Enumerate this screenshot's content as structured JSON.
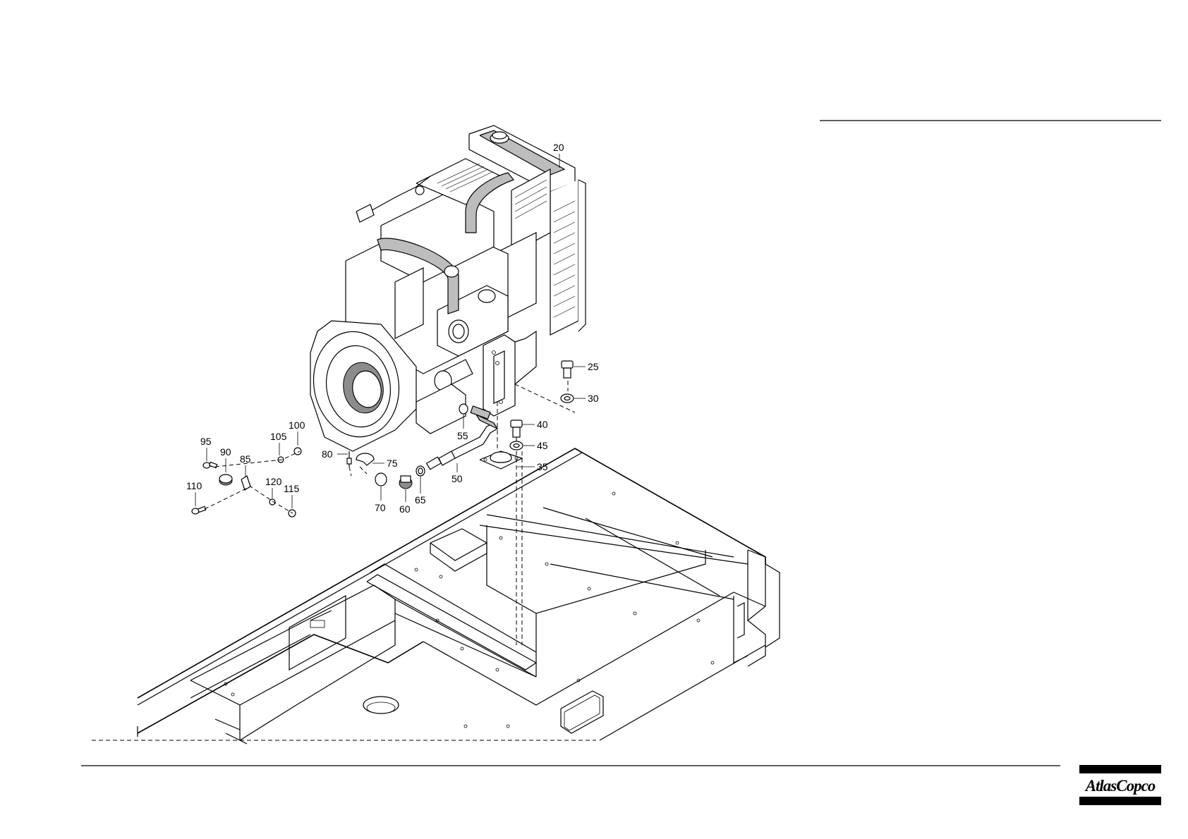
{
  "drawing": {
    "callouts": [
      {
        "id": "c20",
        "label": "20"
      },
      {
        "id": "c25",
        "label": "25"
      },
      {
        "id": "c30",
        "label": "30"
      },
      {
        "id": "c35",
        "label": "35"
      },
      {
        "id": "c40",
        "label": "40"
      },
      {
        "id": "c45",
        "label": "45"
      },
      {
        "id": "c50",
        "label": "50"
      },
      {
        "id": "c55",
        "label": "55"
      },
      {
        "id": "c60",
        "label": "60"
      },
      {
        "id": "c65",
        "label": "65"
      },
      {
        "id": "c70",
        "label": "70"
      },
      {
        "id": "c75",
        "label": "75"
      },
      {
        "id": "c80",
        "label": "80"
      },
      {
        "id": "c85",
        "label": "85"
      },
      {
        "id": "c90",
        "label": "90"
      },
      {
        "id": "c95",
        "label": "95"
      },
      {
        "id": "c100",
        "label": "100"
      },
      {
        "id": "c105",
        "label": "105"
      },
      {
        "id": "c110",
        "label": "110"
      },
      {
        "id": "c115",
        "label": "115"
      },
      {
        "id": "c120",
        "label": "120"
      }
    ]
  },
  "brand": {
    "logo_text": "AtlasCopco",
    "color": "#000000"
  }
}
